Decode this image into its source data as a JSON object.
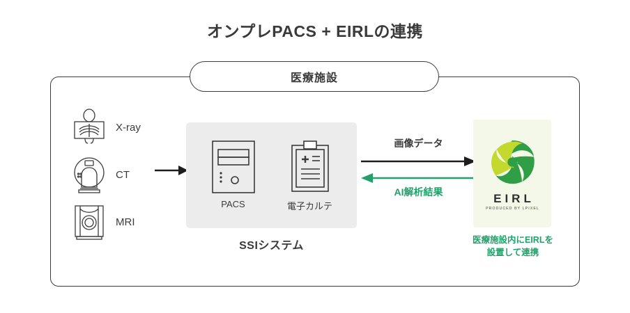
{
  "title": "オンプレPACS + EIRLの連携",
  "facility": {
    "pill_label": "医療施設"
  },
  "modalities": [
    {
      "label": "X-ray",
      "icon": "xray-icon"
    },
    {
      "label": "CT",
      "icon": "ct-icon"
    },
    {
      "label": "MRI",
      "icon": "mri-icon"
    }
  ],
  "feed_arrow": {
    "icon": "arrow-right-icon"
  },
  "ssi": {
    "title": "SSIシステム",
    "items": [
      {
        "label": "PACS",
        "icon": "server-tower-icon"
      },
      {
        "label": "電子カルテ",
        "icon": "clipboard-record-icon"
      }
    ]
  },
  "exchange": {
    "forward_label": "画像データ",
    "return_label": "AI解析結果",
    "forward_icon": "arrow-right-icon",
    "return_icon": "arrow-left-icon"
  },
  "eirl": {
    "wordmark": "EIRL",
    "tagline": "PRODUCED BY LPIXEL",
    "logo_icon": "eirl-aperture-logo-icon",
    "caption_line1": "医療施設内にEIRLを",
    "caption_line2": "設置して連携"
  },
  "colors": {
    "ink": "#3a3a3a",
    "accent_green": "#22a06b",
    "logo_green_dark": "#2f9e44",
    "logo_green_light": "#c3d92e",
    "ssi_box_bg": "#ececec",
    "eirl_panel_bg": "#f3f8e9",
    "page_bg": "#ffffff"
  }
}
